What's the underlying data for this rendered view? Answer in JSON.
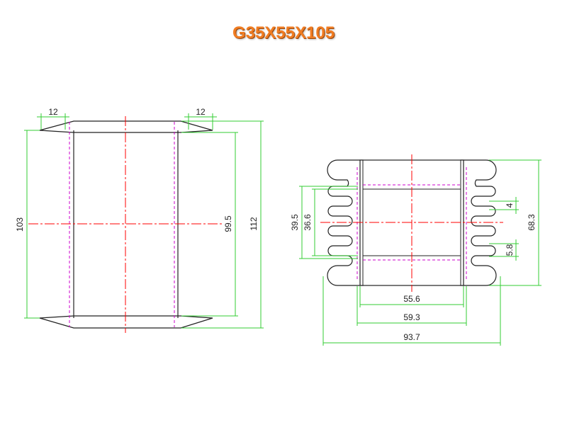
{
  "title": "G35X55X105",
  "colors": {
    "title": "#f07c22",
    "outline": "#222222",
    "dimension": "#33cc33",
    "centerline": "#ff0000",
    "hidden": "#cc00cc"
  },
  "side_view": {
    "dims": {
      "flange_left": "12",
      "flange_right": "12",
      "height_outer": "103",
      "height_inner": "99.5",
      "height_total": "112"
    }
  },
  "end_view": {
    "dims": {
      "window_outer": "39.5",
      "window_inner": "36.6",
      "tab_pitch": "4",
      "tab_width": "5.8",
      "height_total": "68.3",
      "core_width": "55.6",
      "bobbin_width": "59.3",
      "total_width": "93.7"
    }
  }
}
